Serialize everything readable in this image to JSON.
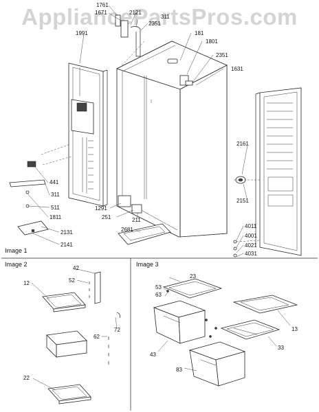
{
  "watermark": "AppliancePartsPros.com",
  "captions": {
    "image1": "Image 1",
    "image2": "Image 2",
    "image3": "Image 3"
  },
  "labels": {
    "l1761": "1761",
    "l1671": "1671",
    "l2121": "2121",
    "l311a": "311",
    "l2351a": "2351",
    "l181": "181",
    "l1801": "1801",
    "l2351b": "2351",
    "l1631": "1631",
    "l1991": "1991",
    "l2161": "2161",
    "l2151": "2151",
    "l441": "441",
    "l311b": "311",
    "l511": "511",
    "l1811": "1811",
    "l2131": "2131",
    "l2141": "2141",
    "l1291": "1291",
    "l251": "251",
    "l211": "211",
    "l2681": "2681",
    "l4011": "4011",
    "l4001": "4001",
    "l4021": "4021",
    "l4031": "4031",
    "l42": "42",
    "l52": "52",
    "l12": "12",
    "l62": "62",
    "l72": "72",
    "l22": "22",
    "l23": "23",
    "l53": "53",
    "l63": "63",
    "l13": "13",
    "l43": "43",
    "l33": "33",
    "l83": "83"
  }
}
